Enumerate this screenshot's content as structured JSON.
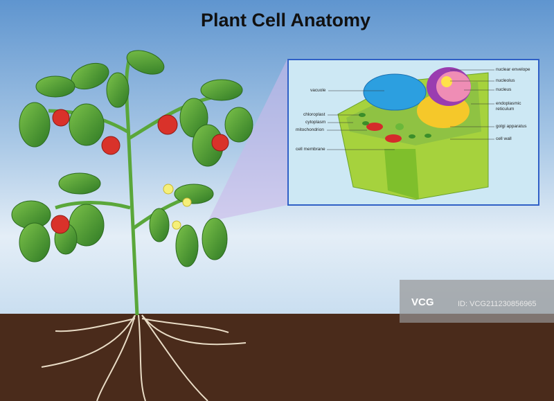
{
  "title": "Plant Cell Anatomy",
  "inset": {
    "labels_left": [
      "vacuole",
      "chloroplast",
      "cytoplasm",
      "mitochondrion",
      "cell membrane"
    ],
    "labels_right": [
      "nuclear envelope",
      "nucleolus",
      "nucleus",
      "endoplasmic reticulum",
      "golgi apparatus",
      "cell wall"
    ]
  },
  "watermark": {
    "logo": "VCG",
    "id": "ID: VCG211230856965"
  },
  "colors": {
    "soil": "#4a2b1b",
    "inset_border": "#2f5fc6",
    "inset_bg": "#cde8f4",
    "leaf": "#4e9a2e",
    "tomato": "#d9322a"
  }
}
